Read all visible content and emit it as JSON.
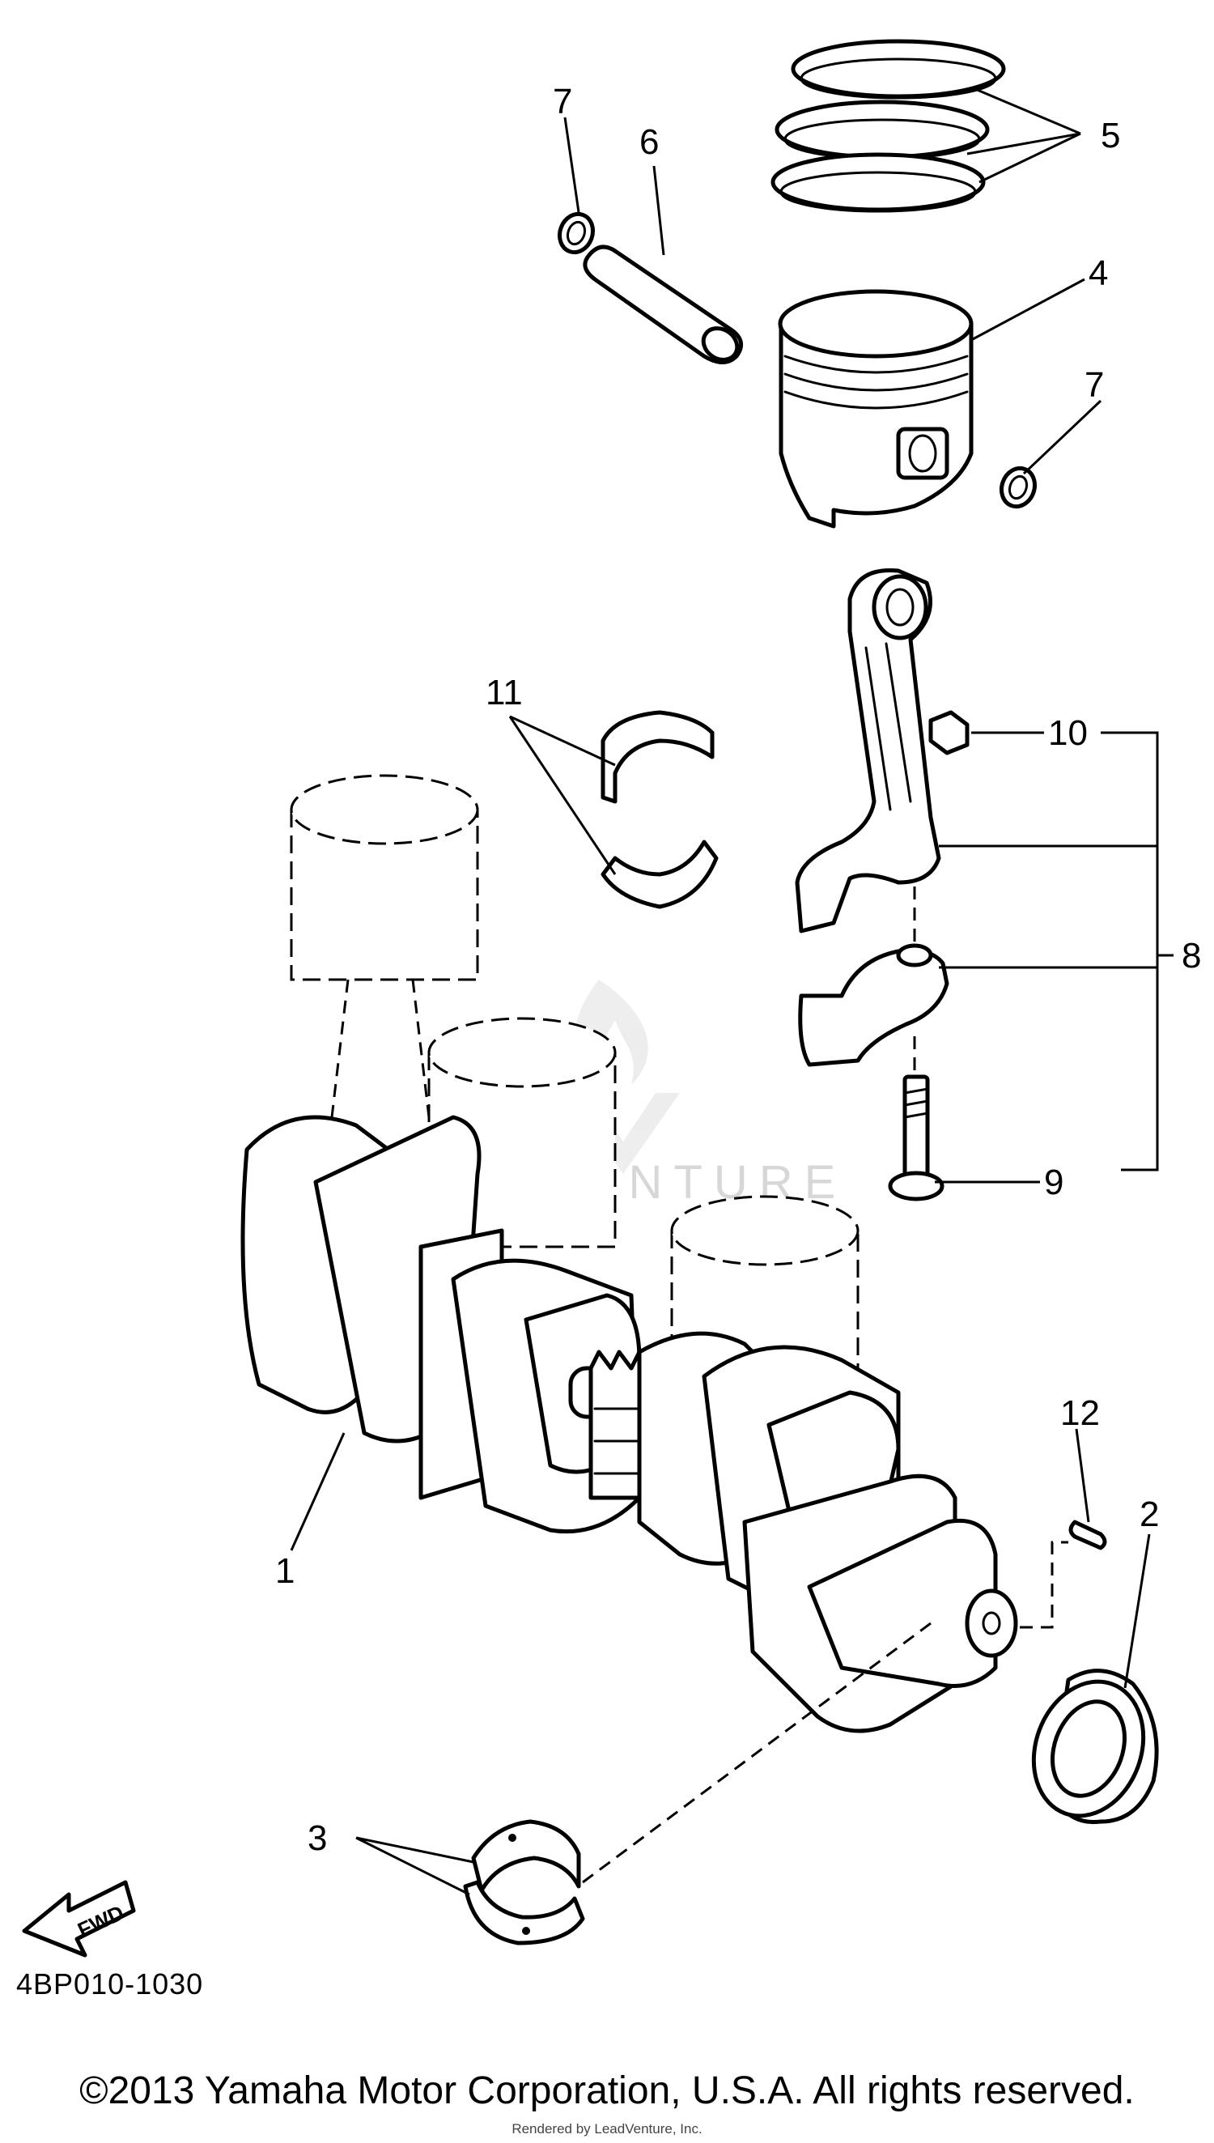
{
  "diagram": {
    "labels": {
      "p1": "1",
      "p2": "2",
      "p3": "3",
      "p4": "4",
      "p5": "5",
      "p6": "6",
      "p7a": "7",
      "p7b": "7",
      "p8": "8",
      "p9": "9",
      "p10": "10",
      "p11": "11",
      "p12": "12"
    },
    "fwd_label": "FWD",
    "watermark": "LEADVENTURE",
    "diagram_code": "4BP010-1030"
  },
  "footer": {
    "copyright": "©2013 Yamaha Motor Corporation, U.S.A. All rights reserved.",
    "rendered_by": "Rendered by LeadVenture, Inc."
  }
}
